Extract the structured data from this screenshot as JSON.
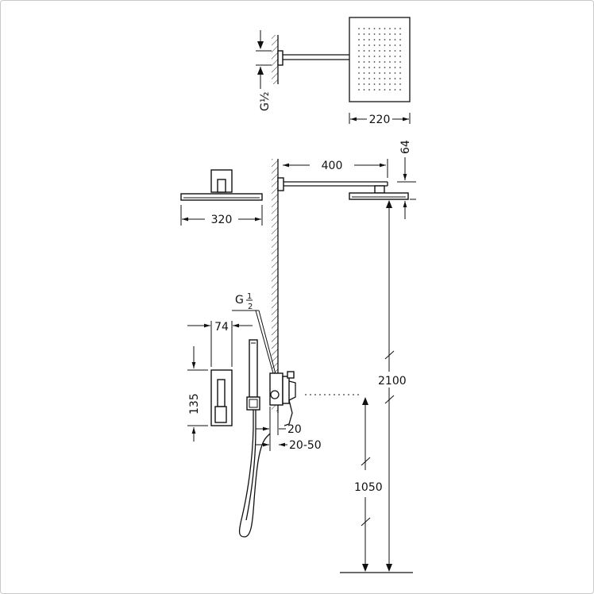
{
  "dimensions": {
    "head_width": "220",
    "connection_top": "G½",
    "arm_length": "400",
    "arm_drop": "64",
    "head_width_side": "320",
    "connection_label": "G",
    "connection_fraction_num": "1",
    "connection_fraction_den": "2",
    "plate_width": "74",
    "plate_height": "135",
    "total_height": "2100",
    "valve_height": "1050",
    "recess_depth": "20",
    "recess_range": "20-50"
  },
  "colors": {
    "line": "#111111",
    "background": "#ffffff",
    "frame": "#c9c9c9"
  }
}
